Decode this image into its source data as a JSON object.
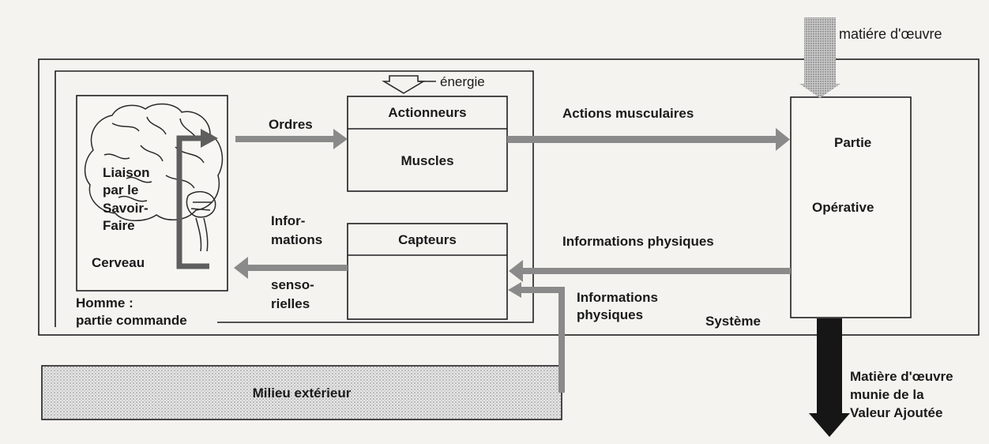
{
  "labels": {
    "matiere_oeuvre_in": "matiére d'œuvre",
    "energie": "énergie",
    "actionneurs": "Actionneurs",
    "muscles": "Muscles",
    "capteurs": "Capteurs",
    "ordres": "Ordres",
    "actions_musculaires": "Actions musculaires",
    "informations_physiques_haut": "Informations physiques",
    "informations_physiques_bas_1": "Informations",
    "informations_physiques_bas_2": "physiques",
    "infor": "Infor-",
    "mations": "mations",
    "senso": "senso-",
    "rielles": "rielles",
    "liaison_1": "Liaison",
    "liaison_2": "par le",
    "liaison_3": "Savoir-",
    "liaison_4": "Faire",
    "cerveau": "Cerveau",
    "homme_1": "Homme :",
    "homme_2": "partie commande",
    "partie": "Partie",
    "operative": "Opérative",
    "systeme": "Système",
    "milieu_exterieur": "Milieu extérieur",
    "sortie_1": "Matière d'œuvre",
    "sortie_2": "munie de la",
    "sortie_3": "Valeur Ajoutée"
  },
  "colors": {
    "paper": "#f4f3ef",
    "line": "#1e1e1e",
    "flow_arrow": "#8a8a8a",
    "input_arrow": "#b4b4b4",
    "output_arrow": "#161616",
    "milieu_fill": "#d9d9d9"
  }
}
